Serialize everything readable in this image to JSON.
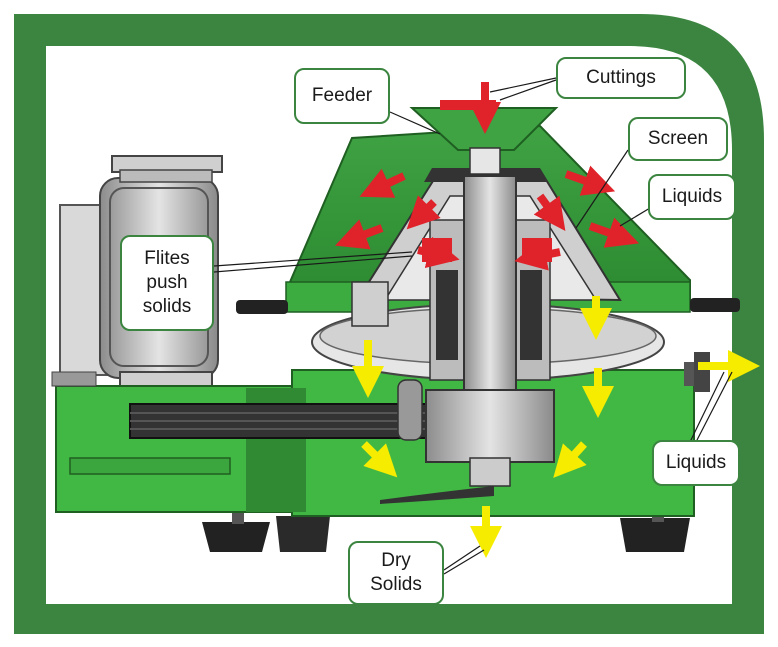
{
  "labels": {
    "cuttings": "Cuttings",
    "feeder": "Feeder",
    "screen": "Screen",
    "liquids_top": "Liquids",
    "flites": "Flites\npush\nsolids",
    "liquids_bottom": "Liquids",
    "dry_solids": "Dry\nSolids"
  },
  "colors": {
    "frame_green": "#3b8540",
    "machine_green": "#42b844",
    "machine_dark_green": "#2f8a33",
    "steel_gray": "#bdbdbd",
    "red_arrow": "#e0232a",
    "yellow_arrow": "#f5ec00",
    "callout_border": "#3b8540"
  }
}
